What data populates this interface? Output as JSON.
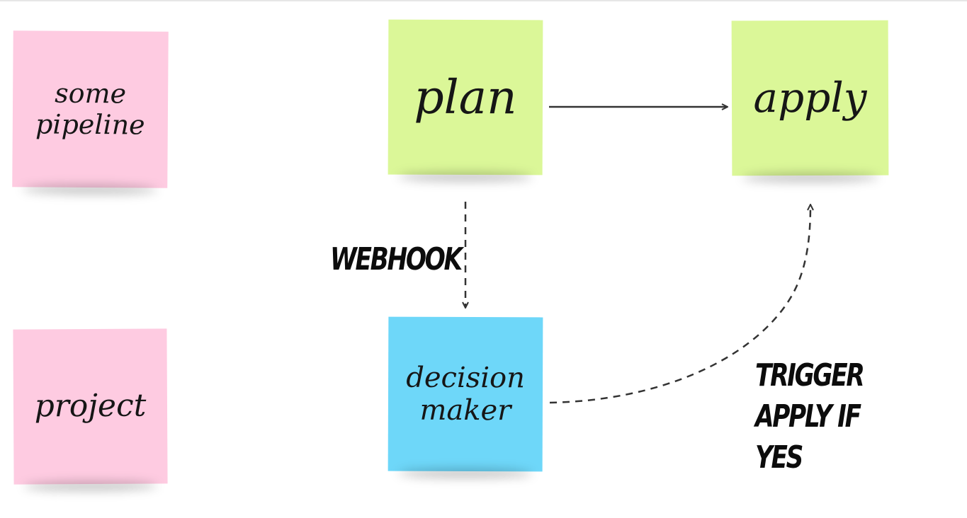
{
  "diagram": {
    "notes": {
      "some_pipeline": "some\npipeline",
      "project": "project",
      "plan": "plan",
      "apply": "apply",
      "decision_maker": "decision\nmaker"
    },
    "labels": {
      "webhook": "WEBHOOK",
      "trigger": "TRIGGER\nAPPLY IF\nYES"
    },
    "colors": {
      "pink_note": "#fecbe1",
      "green_note": "#dbf798",
      "blue_note": "#6ed7f9",
      "arrow": "#333333"
    }
  }
}
